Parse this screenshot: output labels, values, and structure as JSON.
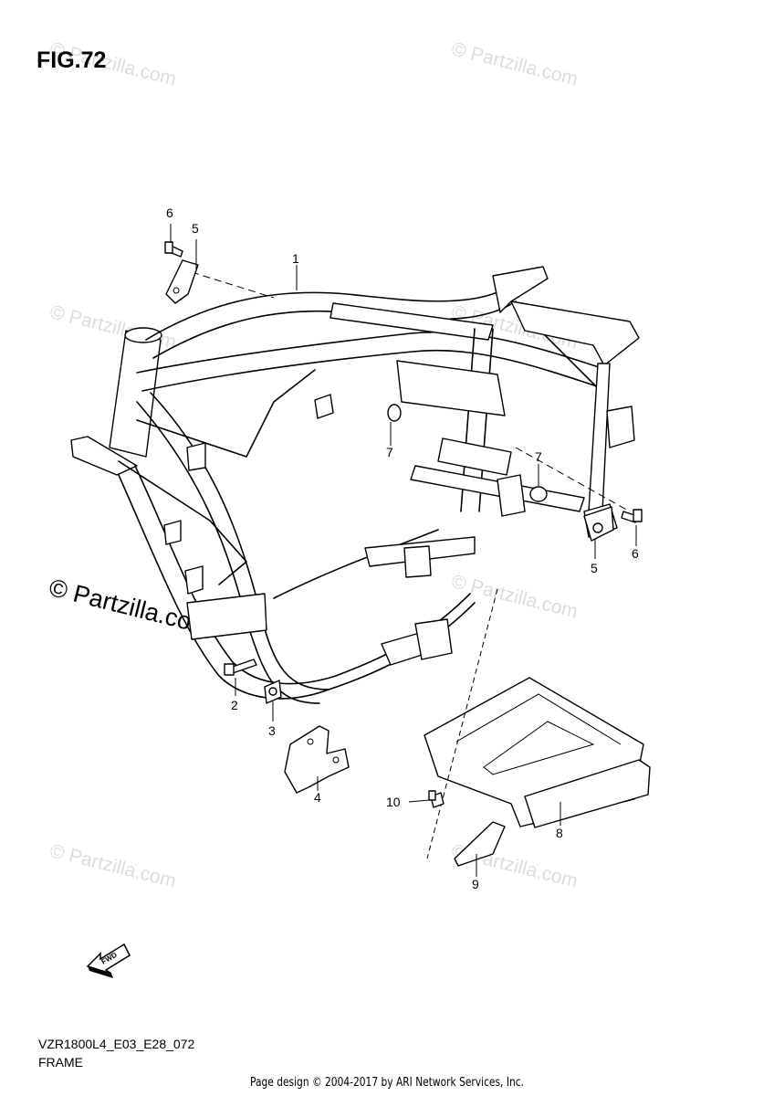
{
  "figure": {
    "title": "FIG.72"
  },
  "watermarks": {
    "text": "© Partzilla.com",
    "emphasized_text": "© Partzilla.com"
  },
  "callouts": [
    {
      "number": "1",
      "part": "frame"
    },
    {
      "number": "2",
      "part": "bolt"
    },
    {
      "number": "3",
      "part": "nut"
    },
    {
      "number": "4",
      "part": "bracket"
    },
    {
      "number": "5",
      "part": "plate-left"
    },
    {
      "number": "5",
      "part": "plate-right"
    },
    {
      "number": "6",
      "part": "bolt-left"
    },
    {
      "number": "6",
      "part": "bolt-right"
    },
    {
      "number": "7",
      "part": "cap-left"
    },
    {
      "number": "7",
      "part": "cap-right"
    },
    {
      "number": "8",
      "part": "cover"
    },
    {
      "number": "9",
      "part": "cover-end"
    },
    {
      "number": "10",
      "part": "screw"
    }
  ],
  "direction_marker": {
    "label": "FWD",
    "icon": "forward-arrow-icon"
  },
  "footer": {
    "code": "VZR1800L4_E03_E28_072",
    "name": "FRAME",
    "credit": "Page design © 2004-2017 by ARI Network Services, Inc."
  }
}
